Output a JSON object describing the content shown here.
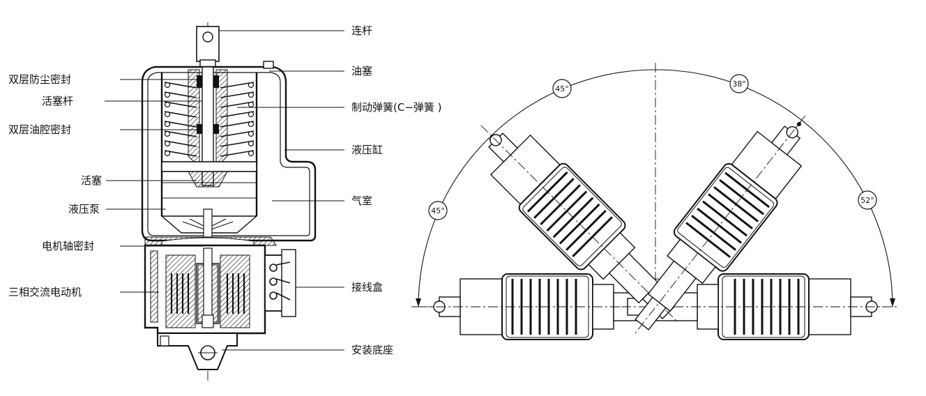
{
  "left_labels": {
    "dust_seal": "双层防尘密封",
    "piston_rod": "活塞杆",
    "oil_chamber_seal": "双层油腔密封",
    "piston": "活塞",
    "hydraulic_pump": "液压泵",
    "motor_shaft_seal": "电机轴密封",
    "motor": "三相交流电动机"
  },
  "right_labels": {
    "connecting_rod": "连杆",
    "oil_plug": "油塞",
    "brake_spring": "制动弹簧(C−弹簧 )",
    "cylinder": "液压缸",
    "air_chamber": "气室",
    "junction_box": "接线盒",
    "base": "安装底座"
  },
  "angles": {
    "a1": "45°",
    "a2": "38°",
    "a3": "45°",
    "a4": "52°"
  }
}
